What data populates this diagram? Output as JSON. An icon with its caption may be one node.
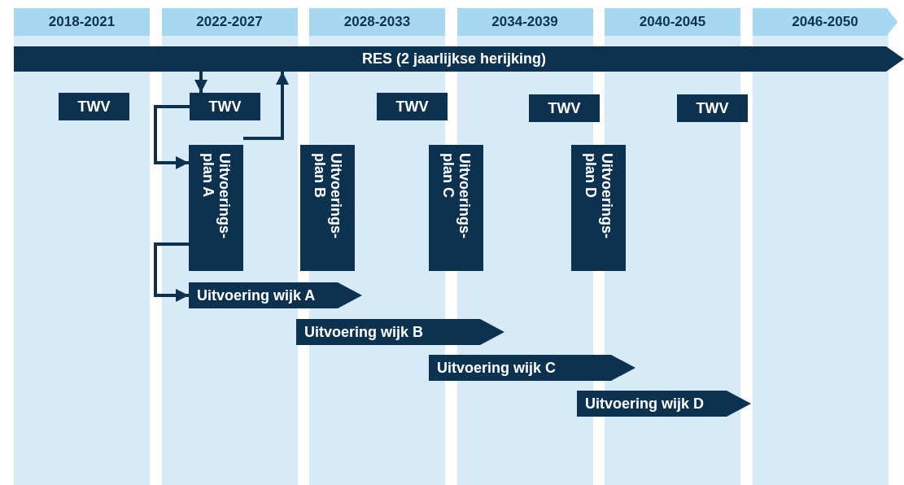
{
  "diagram": {
    "nodes": [
      {
        "text": [
          "2018-2021"
        ]
      },
      {
        "text": [
          "2022-2027"
        ]
      },
      {
        "text": [
          "2028-2033"
        ]
      },
      {
        "text": [
          "2034-2039"
        ]
      },
      {
        "text": [
          "2040-2045"
        ]
      },
      {
        "text": [
          "2046-2050"
        ]
      },
      {
        "text": [
          "RES (2 jaarlijkse herijking)"
        ]
      },
      {
        "text": [
          "TWV"
        ],
        "in": 0
      },
      {
        "text": [
          "TWV"
        ],
        "in": 1
      },
      {
        "text": [
          "TWV"
        ],
        "in": 2
      },
      {
        "text": [
          "TWV"
        ]
      },
      {
        "text": [
          "TWV"
        ]
      },
      {
        "text": [
          "Uitvoerings- plan A"
        ],
        "in": 1
      },
      {
        "text": [
          "Uitvoerings- plan B"
        ]
      },
      {
        "text": [
          "Uitvoerings- plan C"
        ]
      },
      {
        "text": [
          "Uitvoerings- plan D"
        ]
      },
      {
        "text": [
          "Uitvoering wijk A"
        ]
      },
      {
        "text": [
          "Uitvoering wijk B"
        ]
      },
      {
        "text": [
          "Uitvoering wijk C"
        ]
      },
      {
        "text": [
          "Uitvoering wijk D"
        ]
      }
    ],
    "edges": [
      {
        "from": 6,
        "to": 8,
        "arrow": "to"
      },
      {
        "from": 8,
        "to": 12,
        "arrow": "to"
      },
      {
        "from": 12,
        "to": 6,
        "arrow": "to"
      },
      {
        "from": 12,
        "to": 16,
        "arrow": "to"
      }
    ]
  }
}
